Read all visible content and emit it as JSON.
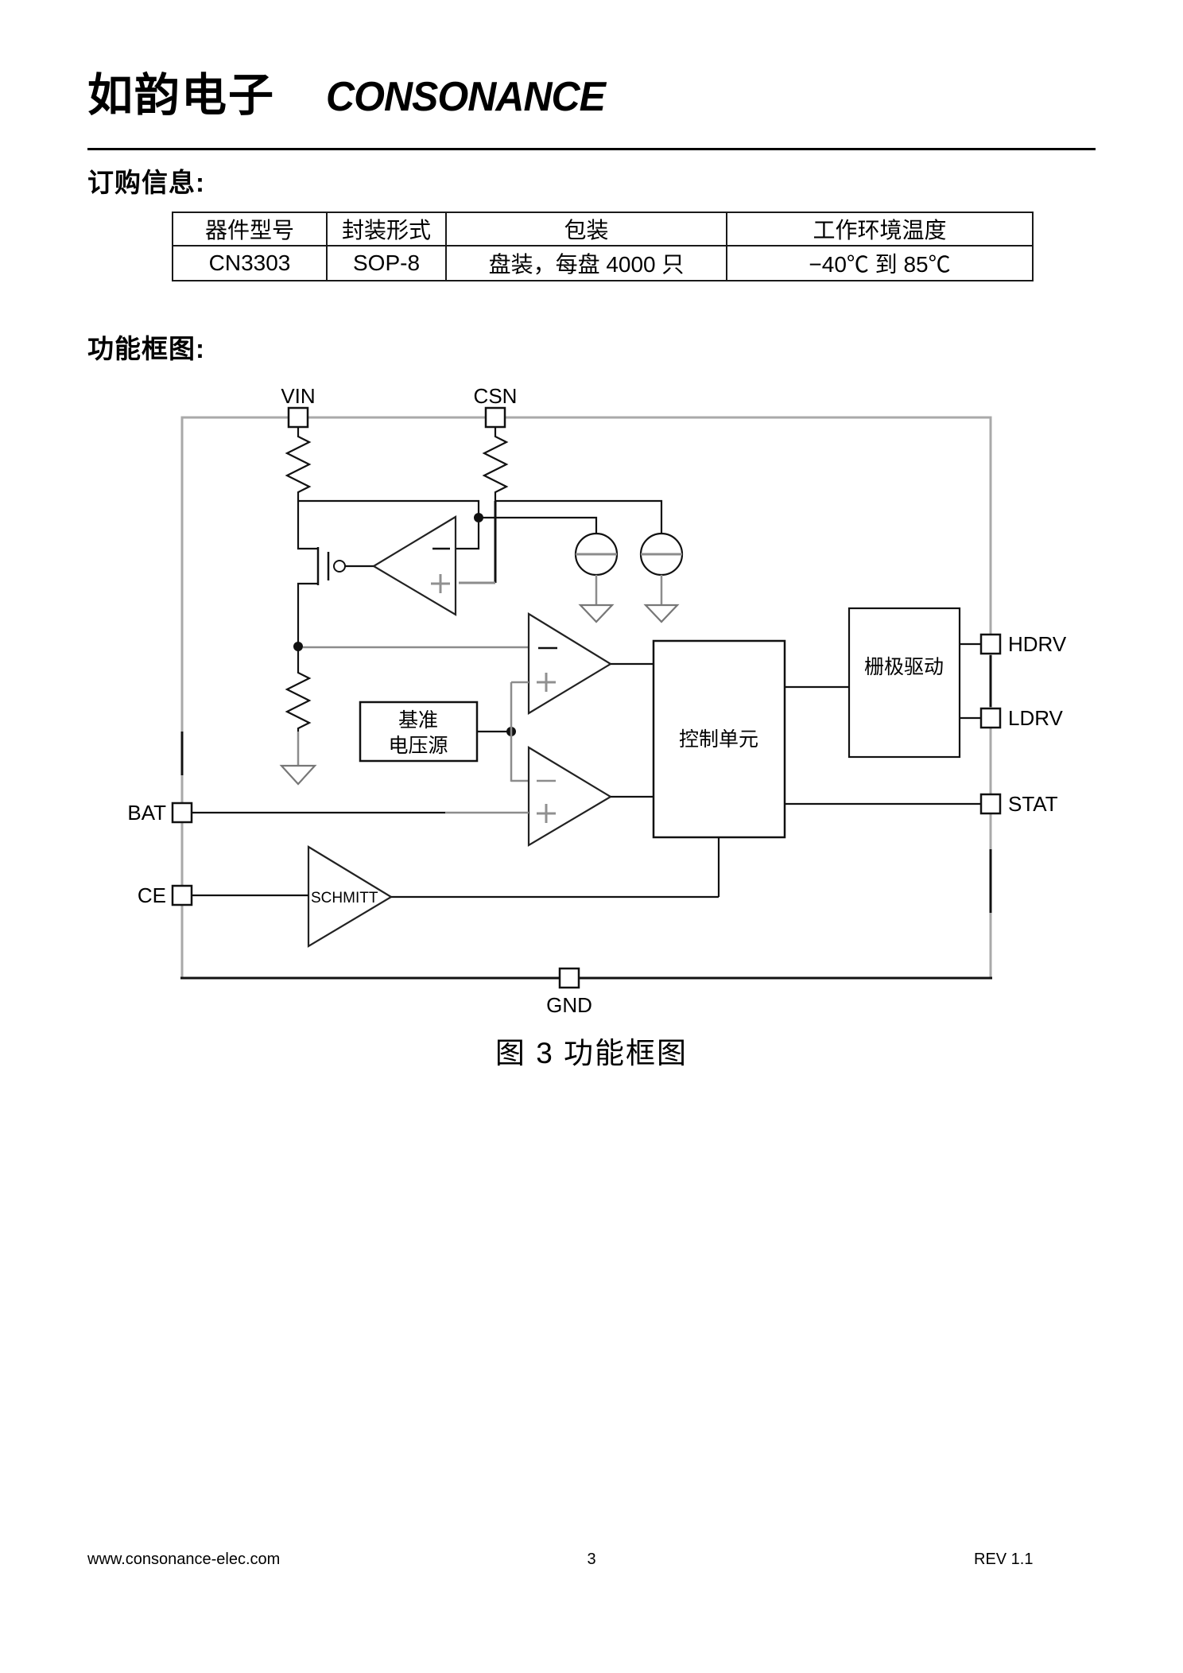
{
  "header": {
    "logo_cn": "如韵电子",
    "logo_en": "CONSONANCE"
  },
  "ordering": {
    "heading": "订购信息:",
    "table": {
      "col_headers": [
        "器件型号",
        "封装形式",
        "包装",
        "工作环境温度"
      ],
      "row": [
        "CN3303",
        "SOP-8",
        "盘装，每盘 4000 只",
        "−40℃ 到 85℃"
      ]
    }
  },
  "diagram": {
    "heading": "功能框图:",
    "caption": "图 3 功能框图",
    "pins": {
      "vin": "VIN",
      "csn": "CSN",
      "hdrv": "HDRV",
      "ldrv": "LDRV",
      "stat": "STAT",
      "bat": "BAT",
      "ce": "CE",
      "gnd": "GND"
    },
    "blocks": {
      "reference_line1": "基准",
      "reference_line2": "电压源",
      "control_unit": "控制单元",
      "gate_drive": "栅极驱动",
      "schmitt": "SCHMITT"
    }
  },
  "footer": {
    "website": "www.consonance-elec.com",
    "page_number": "3",
    "revision": "REV 1.1"
  },
  "colors": {
    "border_gray": "#a9a9a9",
    "wire_black": "#111111",
    "wire_gray": "#8c8c8c",
    "plus_gray": "#909090",
    "arrow_gray": "#777777"
  }
}
